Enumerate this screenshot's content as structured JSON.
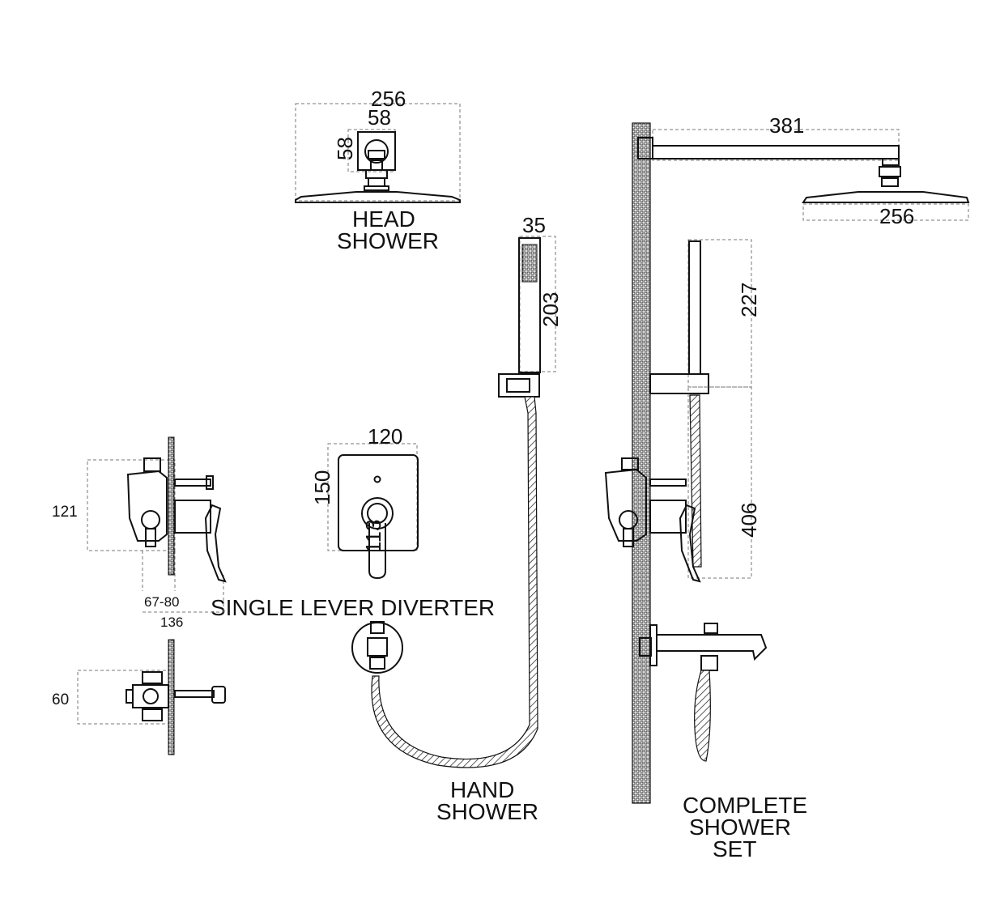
{
  "labels": {
    "head_shower_1": "HEAD",
    "head_shower_2": "SHOWER",
    "hand_shower_1": "HAND",
    "hand_shower_2": "SHOWER",
    "complete_1": "COMPLETE",
    "complete_2": "SHOWER",
    "complete_3": "SET",
    "diverter": "SINGLE LEVER DIVERTER"
  },
  "dimensions": {
    "head_width": "256",
    "head_arm": "58",
    "head_arm_height": "58",
    "hand_width": "35",
    "hand_length": "203",
    "plate_width": "120",
    "plate_height": "150",
    "handle_depth": "113",
    "arm_length": "381",
    "set_head_width": "256",
    "bar_top": "227",
    "bar_height": "406",
    "valve_height": "121",
    "valve_depth_range": "67-80",
    "valve_depth": "136",
    "diverter_height": "60"
  }
}
